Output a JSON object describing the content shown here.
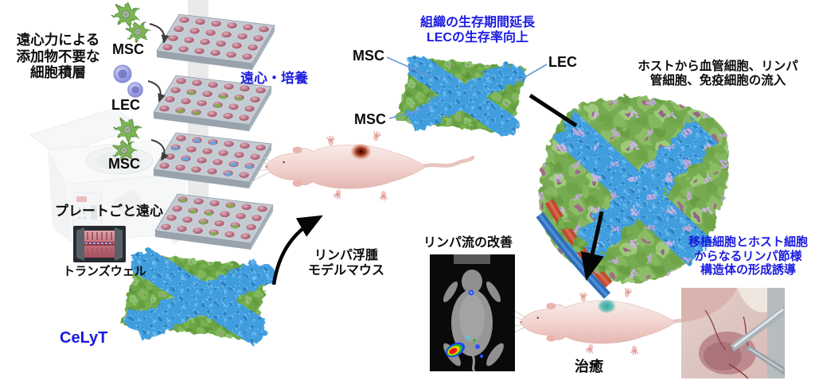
{
  "colors": {
    "accent_blue": "#1a1ae0",
    "text_black": "#0c0c0c",
    "cell_green": "#6da646",
    "cell_blue": "#3f9ede",
    "well_pink": "#b4677c"
  },
  "left": {
    "headline": [
      "遠心力による",
      "添加物不要な",
      "細胞積層"
    ],
    "msc_top_label": "MSC",
    "lec_label": "LEC",
    "msc_bottom_label": "MSC",
    "centrifuge_step": "遠心・培養",
    "plate_step": "プレートごと遠心",
    "transwell_label": "トランズウェル",
    "product_name": "CeLyT"
  },
  "center": {
    "benefit": [
      "組織の生存期間延長",
      "LECの生存率向上"
    ],
    "msc_top_label": "MSC",
    "msc_bottom_label": "MSC",
    "lec_label": "LEC",
    "mouse_caption": [
      "リンパ浮腫",
      "モデルマウス"
    ],
    "flow_caption": "リンパ流の改善"
  },
  "right": {
    "influx": [
      "ホストから血管細胞、リンパ",
      "管細胞、免疫細胞の流入"
    ],
    "node_caption": [
      "移植細胞とホスト細胞",
      "からなるリンパ節様",
      "構造体の形成誘導"
    ],
    "healed_label": "治癒"
  }
}
